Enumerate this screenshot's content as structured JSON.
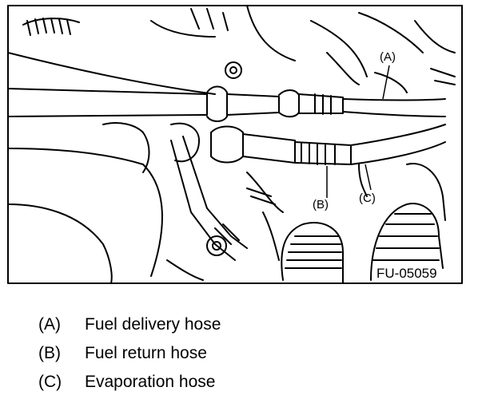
{
  "figure": {
    "id": "FU-05059",
    "callouts": {
      "a": "(A)",
      "b": "(B)",
      "c": "(C)"
    }
  },
  "legend": [
    {
      "key": "(A)",
      "label": "Fuel delivery hose"
    },
    {
      "key": "(B)",
      "label": "Fuel return hose"
    },
    {
      "key": "(C)",
      "label": "Evaporation hose"
    }
  ]
}
